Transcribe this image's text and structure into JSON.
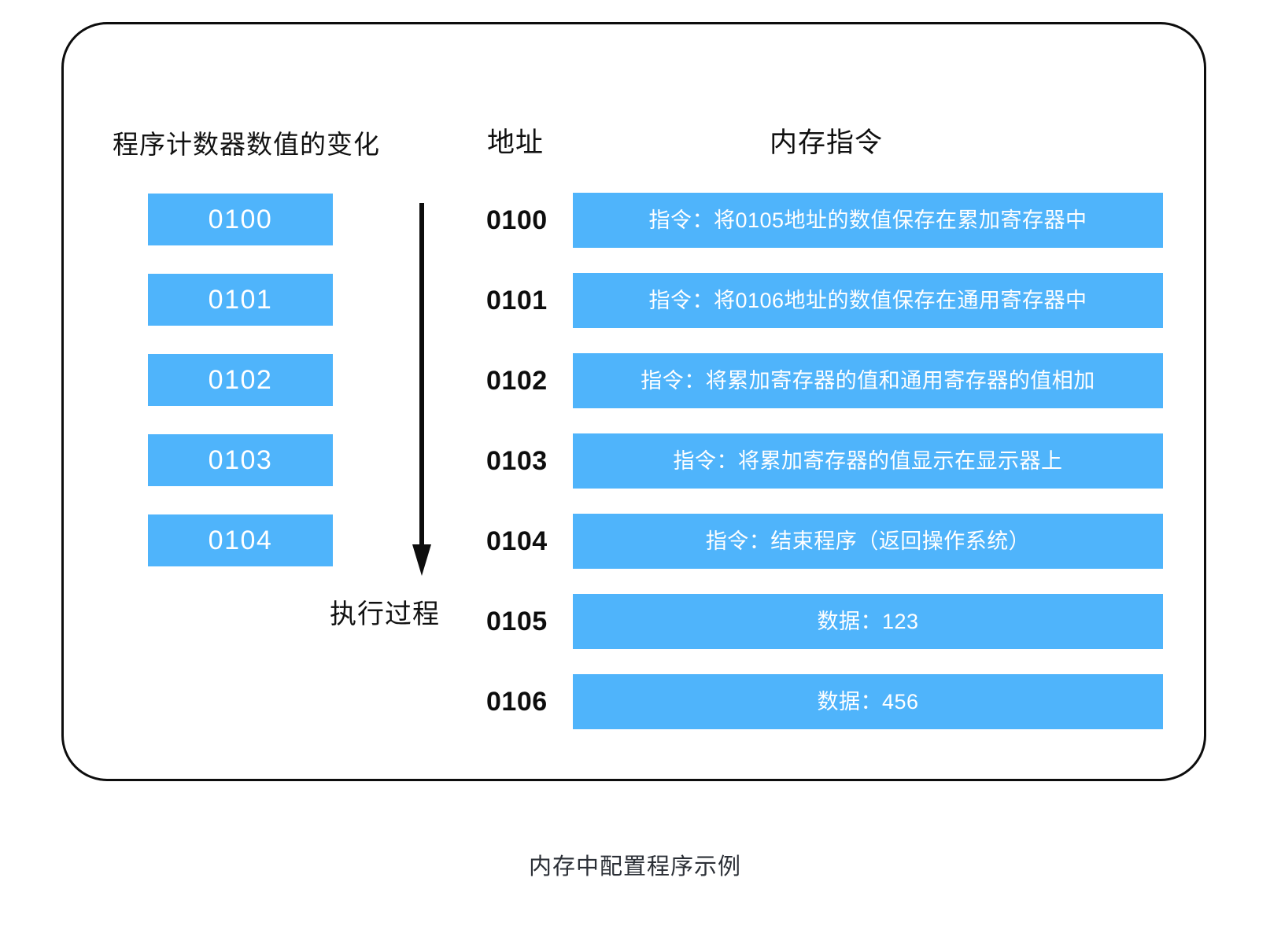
{
  "figure": {
    "caption": "内存中配置程序示例",
    "accent_color": "#4fb4fb",
    "frame_color": "#0d0d0d",
    "text_color": "#111111",
    "cell_text_color": "#ffffff"
  },
  "headers": {
    "program_counter": "程序计数器数值的变化",
    "address": "地址",
    "memory_instruction": "内存指令"
  },
  "program_counter": {
    "values": [
      "0100",
      "0101",
      "0102",
      "0103",
      "0104"
    ],
    "flow_label": "执行过程",
    "arrow": "down-arrow"
  },
  "memory": {
    "rows": [
      {
        "address": "0100",
        "content": "指令：将0105地址的数值保存在累加寄存器中",
        "kind": "instruction"
      },
      {
        "address": "0101",
        "content": "指令：将0106地址的数值保存在通用寄存器中",
        "kind": "instruction"
      },
      {
        "address": "0102",
        "content": "指令：将累加寄存器的值和通用寄存器的值相加",
        "kind": "instruction"
      },
      {
        "address": "0103",
        "content": "指令：将累加寄存器的值显示在显示器上",
        "kind": "instruction"
      },
      {
        "address": "0104",
        "content": "指令：结束程序（返回操作系统）",
        "kind": "instruction"
      },
      {
        "address": "0105",
        "content": "数据：123",
        "kind": "data"
      },
      {
        "address": "0106",
        "content": "数据：456",
        "kind": "data"
      }
    ]
  }
}
